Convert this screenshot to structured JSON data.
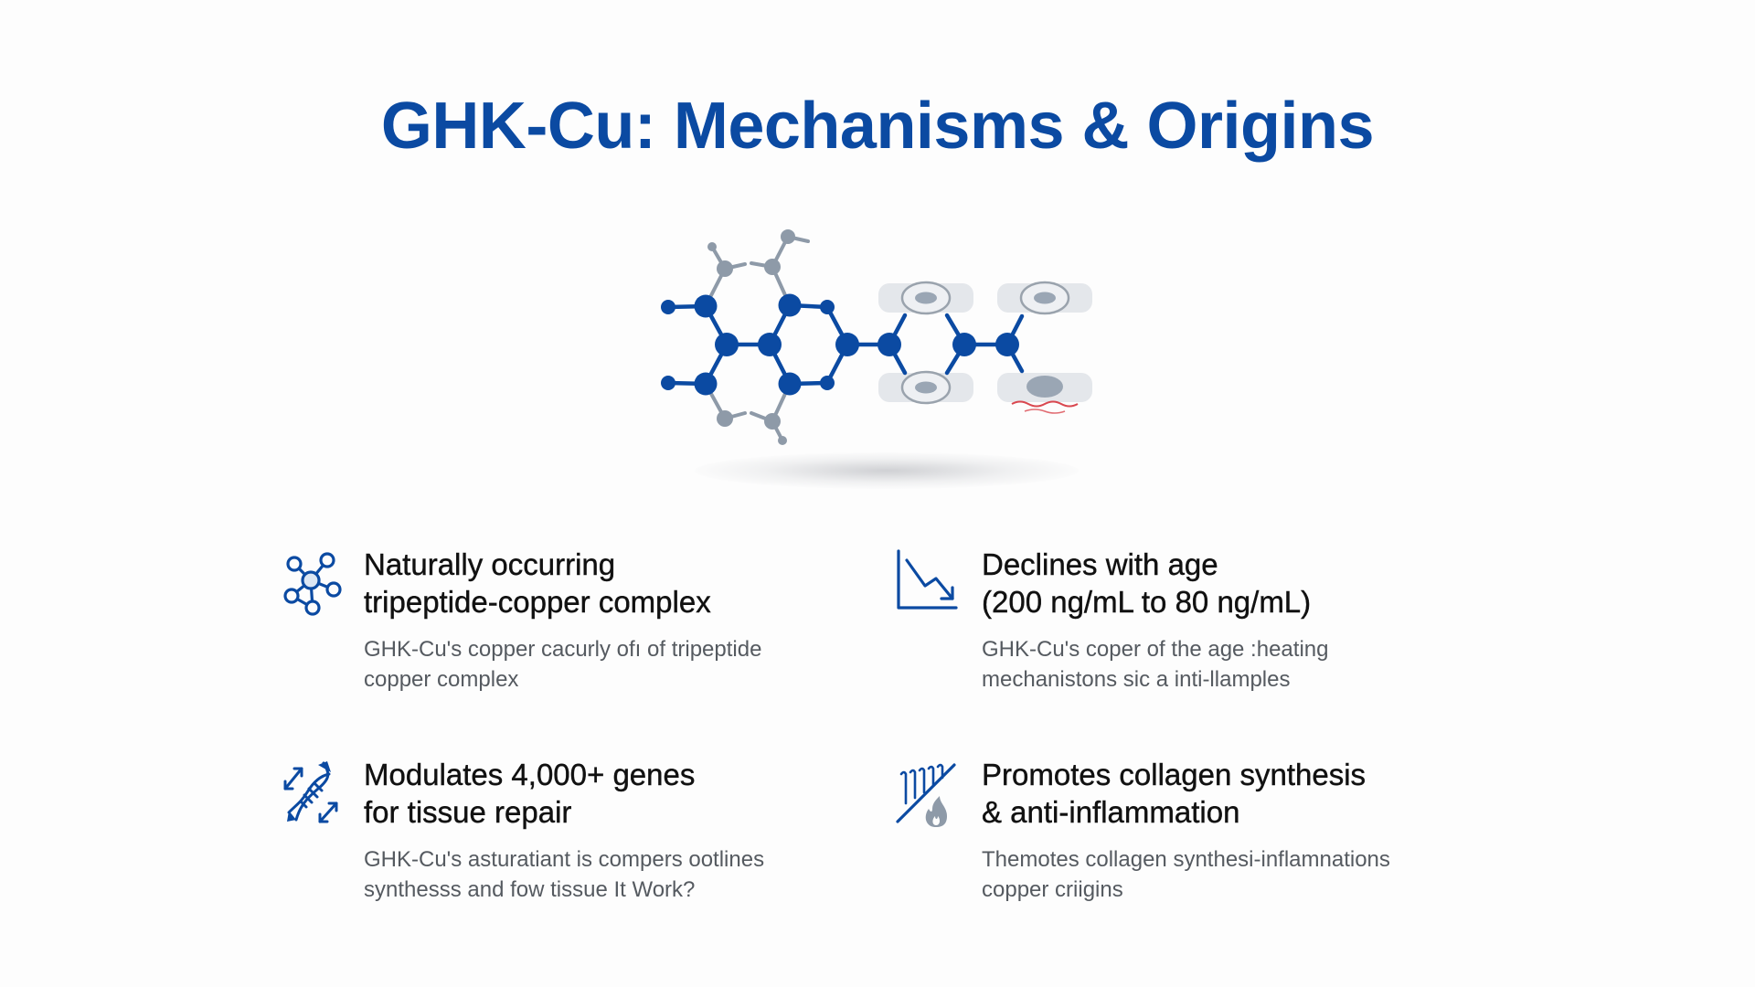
{
  "title": "GHK-Cu: Mechanisms & Origins",
  "colors": {
    "primary_blue": "#0b4aa2",
    "molecule_grey": "#8e9aa8",
    "cell_fill": "#e4e7eb",
    "nucleus": "#9aa6b4",
    "inflammation_red": "#d9474f",
    "heading_text": "#111111",
    "body_text": "#555a60",
    "background": "#fdfdfd"
  },
  "illustration": {
    "description": "Blue tripeptide-copper molecule structure bonding to cell shapes, one cell showing red inflammation lines",
    "icons": [
      "molecule-diagram",
      "cell-icon",
      "inflamed-cell-icon"
    ]
  },
  "features": [
    {
      "icon": "molecule-network-icon",
      "heading_line1": "Naturally occurring",
      "heading_line2": "tripeptide-copper complex",
      "body_line1": "GHK-Cu's copper cacurly ofı of tripeptide",
      "body_line2": "copper complex"
    },
    {
      "icon": "declining-chart-icon",
      "heading_line1": "Declines with age",
      "heading_line2": "(200 ng/mL to 80 ng/mL)",
      "body_line1": "GHK-Cu's coper of the age :heating",
      "body_line2": "mechanistons sic a inti-llamples"
    },
    {
      "icon": "dna-arrows-icon",
      "heading_line1": "Modulates 4,000+ genes",
      "heading_line2": "for tissue repair",
      "body_line1": "GHK-Cu's asturatiant is compers ootlines",
      "body_line2": "synthesss and fow tissue It Work?"
    },
    {
      "icon": "collagen-flame-icon",
      "heading_line1": "Promotes collagen synthesis",
      "heading_line2": "& anti-inflammation",
      "body_line1": "Themotes collagen synthesi-inflamnations",
      "body_line2": "copper criigins"
    }
  ]
}
